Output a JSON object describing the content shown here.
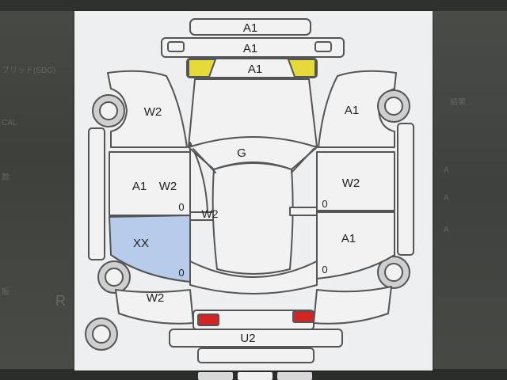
{
  "diagram": {
    "front_bumper": "A1",
    "front_panel": "A1",
    "hood": "A1",
    "front_left_fender": "W2",
    "front_right_fender": "A1",
    "roof": "G",
    "left_front_door_a": "A1",
    "left_front_door_b": "W2",
    "left_center": "W2",
    "left_rear_door": "XX",
    "right_front_door": "W2",
    "right_rear_door": "A1",
    "rear_left_quarter": "W2",
    "rear_bumper": "U2",
    "pillar_marks": [
      "0",
      "0",
      "0",
      "0"
    ],
    "colors": {
      "panel": "#eeeff0",
      "outline": "#555555",
      "highlight_yellow": "#e6d93a",
      "highlight_blue": "#b7cbea",
      "tail_light_red": "#d42424"
    }
  },
  "background": {
    "left_fragments": [
      "ブリッド(SDG)",
      "CAL",
      "数",
      "販",
      "R"
    ],
    "right_fragments": [
      "結果",
      "A",
      "A",
      "A"
    ]
  }
}
